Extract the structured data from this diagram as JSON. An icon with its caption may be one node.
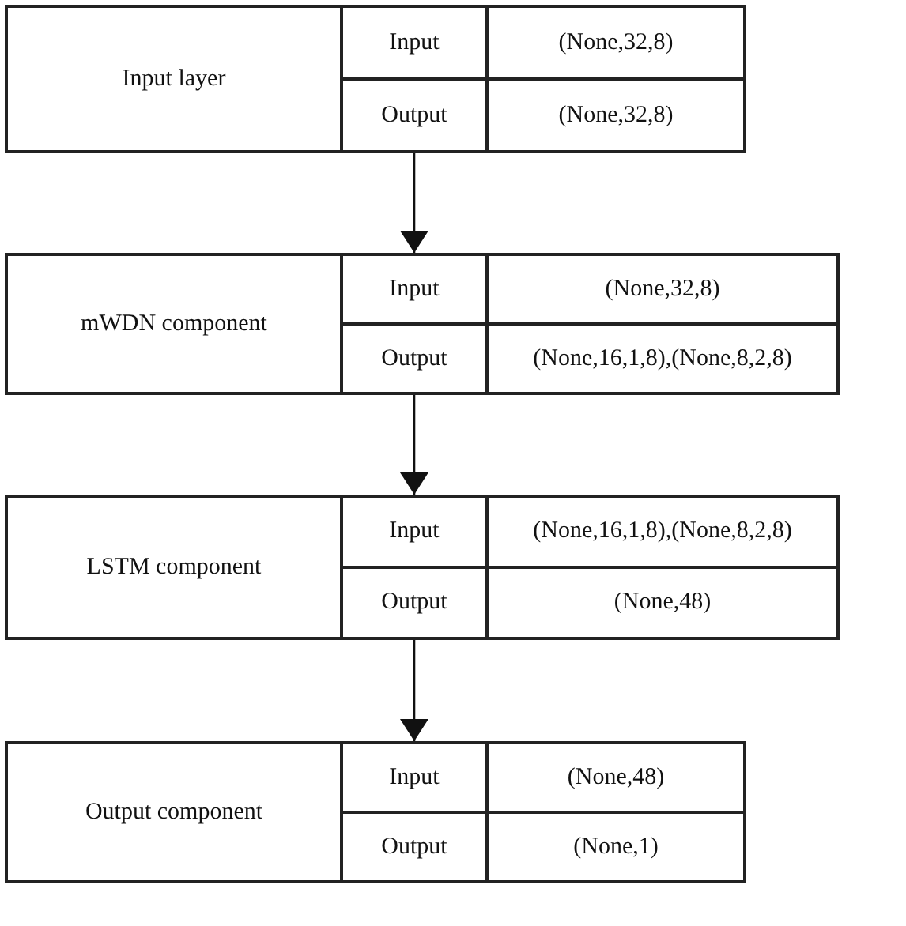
{
  "diagram": {
    "nodes": [
      {
        "text": [
          "Input layer",
          "Input",
          "(None,32,8)",
          "Output",
          "(None,32,8)"
        ]
      },
      {
        "text": [
          "mWDN component",
          "Input",
          "(None,32,8)",
          "Output",
          "(None,16,1,8),(None,8,2,8)"
        ]
      },
      {
        "text": [
          "LSTM component",
          "Input",
          "(None,16,1,8),(None,8,2,8)",
          "Output",
          "(None,48)"
        ]
      },
      {
        "text": [
          "Output component",
          "Input",
          "(None,48)",
          "Output",
          "(None,1)"
        ]
      }
    ],
    "edges": [
      {
        "from": 0,
        "to": 1,
        "arrow": "to"
      },
      {
        "from": 1,
        "to": 2,
        "arrow": "to"
      },
      {
        "from": 2,
        "to": 3,
        "arrow": "to"
      }
    ]
  }
}
